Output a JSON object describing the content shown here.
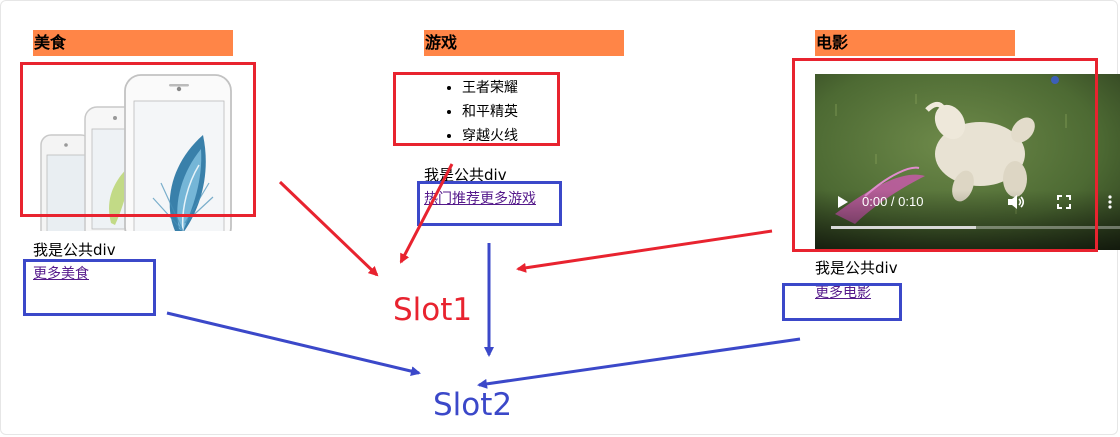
{
  "categories": {
    "food": {
      "title": "美食",
      "public_div": "我是公共div",
      "more_link": "更多美食"
    },
    "games": {
      "title": "游戏",
      "items": [
        "王者荣耀",
        "和平精英",
        "穿越火线"
      ],
      "public_div": "我是公共div",
      "more_link": "热门推荐更多游戏"
    },
    "movies": {
      "title": "电影",
      "public_div": "我是公共div",
      "more_link": "更多电影",
      "video": {
        "time": "0:00 / 0:10",
        "progress": 0.5
      }
    }
  },
  "slots": {
    "slot1": {
      "label": "Slot1",
      "color": "#e8232f"
    },
    "slot2": {
      "label": "Slot2",
      "color": "#3b48c9"
    }
  }
}
